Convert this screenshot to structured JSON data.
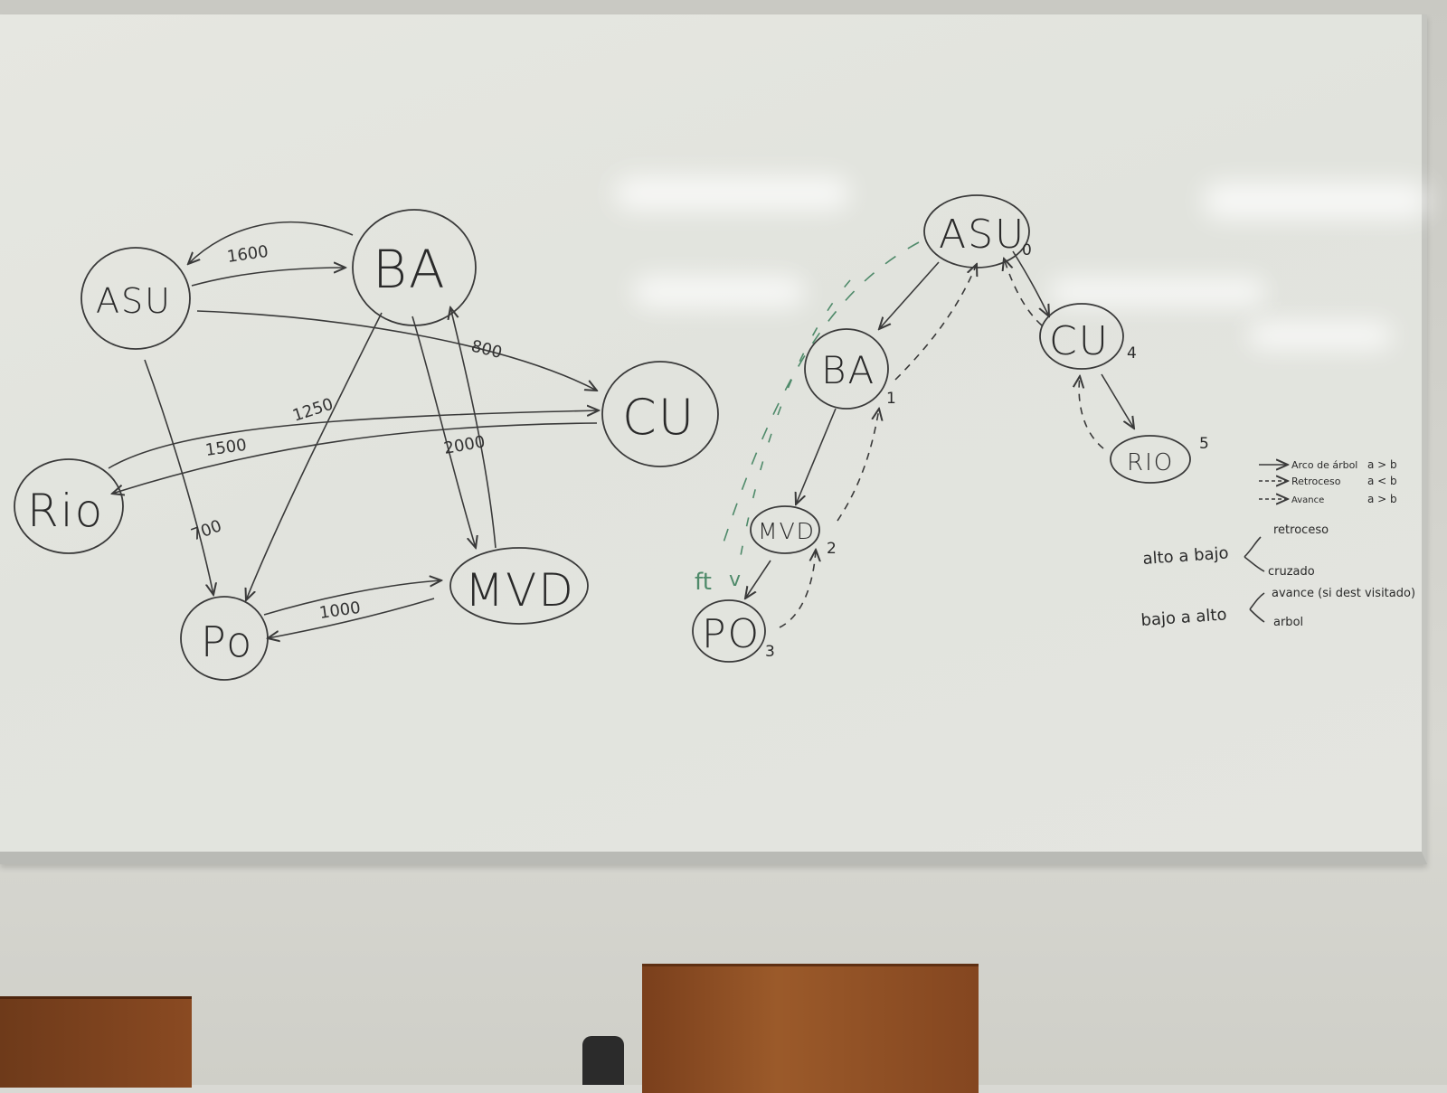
{
  "graph": {
    "nodes": [
      {
        "id": "ASU",
        "label": "ASU"
      },
      {
        "id": "BA",
        "label": "BA"
      },
      {
        "id": "CU",
        "label": "CU"
      },
      {
        "id": "RIO",
        "label": "Rio"
      },
      {
        "id": "PO",
        "label": "Po"
      },
      {
        "id": "MVD",
        "label": "MVD"
      }
    ],
    "edges": [
      {
        "from": "ASU",
        "to": "BA",
        "weight": "1600"
      },
      {
        "from": "BA",
        "to": "ASU",
        "weight": ""
      },
      {
        "from": "ASU",
        "to": "CU",
        "weight": "800"
      },
      {
        "from": "CU",
        "to": "RIO",
        "weight": "1500"
      },
      {
        "from": "RIO",
        "to": "CU",
        "weight": "1250"
      },
      {
        "from": "BA",
        "to": "MVD",
        "weight": "2000"
      },
      {
        "from": "MVD",
        "to": "BA",
        "weight": ""
      },
      {
        "from": "ASU",
        "to": "PO",
        "weight": "700"
      },
      {
        "from": "BA",
        "to": "PO",
        "weight": ""
      },
      {
        "from": "PO",
        "to": "MVD",
        "weight": "1000"
      },
      {
        "from": "MVD",
        "to": "PO",
        "weight": ""
      }
    ]
  },
  "dfs_tree": {
    "nodes": [
      {
        "id": "ASU",
        "label": "ASU",
        "order": "0"
      },
      {
        "id": "BA",
        "label": "BA",
        "order": "1"
      },
      {
        "id": "MVD",
        "label": "MVD",
        "order": "2"
      },
      {
        "id": "PO",
        "label": "PO",
        "order": "3"
      },
      {
        "id": "CU",
        "label": "CU",
        "order": "4"
      },
      {
        "id": "RIO",
        "label": "RIO",
        "order": "5"
      }
    ],
    "green_marks": [
      "ft",
      "v"
    ]
  },
  "legend": [
    {
      "line": "solid",
      "label": "Arco de árbol",
      "rule": "a > b"
    },
    {
      "line": "dashed",
      "label": "Retroceso",
      "rule": "a < b"
    },
    {
      "line": "dashed",
      "label": "Avance",
      "rule": "a > b"
    }
  ],
  "notes": {
    "alto_a_bajo": {
      "label": "alto a bajo",
      "options": [
        "retroceso",
        "cruzado"
      ]
    },
    "bajo_a_alto": {
      "label": "bajo a alto",
      "options": [
        "avance (si dest visitado)",
        "arbol"
      ]
    }
  },
  "colors": {
    "ink": "#2a2a2a",
    "green_ink": "#4f8a6a",
    "board": "#e3e4de",
    "desk": "#8a4a22"
  }
}
